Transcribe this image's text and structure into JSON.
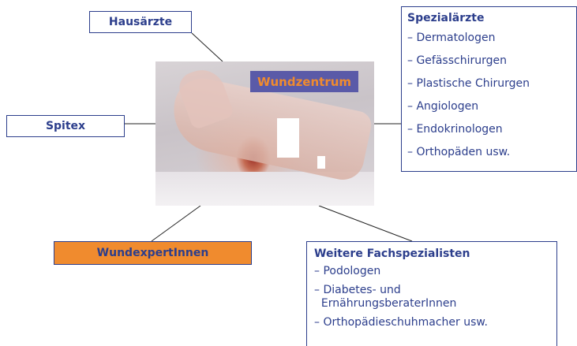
{
  "center": {
    "label": "Wundzentrum",
    "label_color": "#f08b2e",
    "label_bg": "#5a5aa8"
  },
  "nodes": {
    "hausaerzte": "Hausärzte",
    "spitex": "Spitex",
    "wundexpertinnen": "WundexpertInnen"
  },
  "spezialaerzte": {
    "title": "Spezialärzte",
    "items": [
      "– Dermatologen",
      "– Gefässchirurgen",
      "– Plastische Chirurgen",
      "– Angiologen",
      "– Endokrinologen",
      "– Orthopäden usw."
    ]
  },
  "weitere": {
    "title": "Weitere Fachspezialisten",
    "items": [
      "– Podologen",
      "– Diabetes- und",
      "  ErnährungsberaterInnen",
      "– Orthopädieschuhmacher usw."
    ]
  },
  "colors": {
    "primary": "#2c3e8c",
    "accent": "#f08b2e"
  }
}
